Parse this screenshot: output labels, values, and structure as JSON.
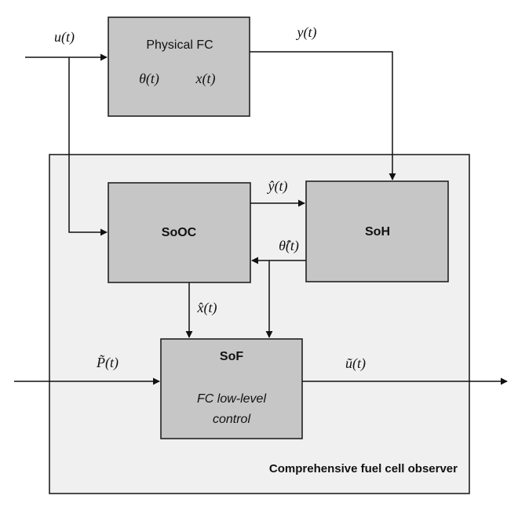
{
  "blocks": {
    "physical_fc": {
      "title": "Physical FC",
      "state1": "θ(t)",
      "state2": "x(t)"
    },
    "sooc": {
      "title": "SoOC"
    },
    "soh": {
      "title": "SoH"
    },
    "sof": {
      "title": "SoF",
      "subtitle_line1": "FC low-level",
      "subtitle_line2": "control"
    },
    "observer": {
      "caption": "Comprehensive fuel cell observer"
    }
  },
  "signals": {
    "u": "u(t)",
    "y": "y(t)",
    "y_hat": "ŷ(t)",
    "theta_hat": "θ̂(t)",
    "x_hat": "x̂(t)",
    "p_tilde": "P̃(t)",
    "u_tilde": "ũ(t)"
  },
  "colors": {
    "block_fill": "#c6c6c6",
    "observer_fill": "#f0f0f0",
    "line": "#111111"
  }
}
